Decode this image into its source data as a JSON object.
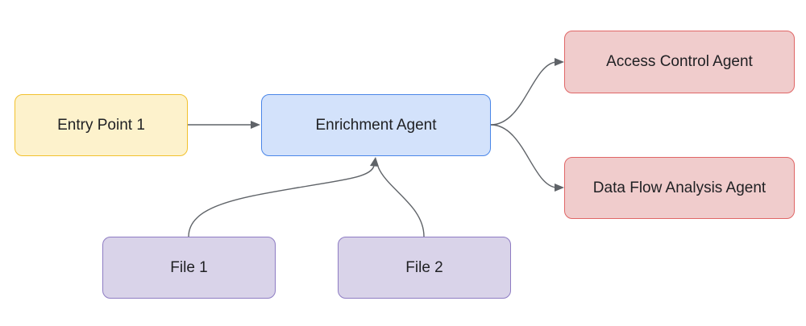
{
  "colors": {
    "entry_fill": "#fdf2cc",
    "entry_border": "#f2c12e",
    "agent_fill": "#d3e2fb",
    "agent_border": "#4a86e8",
    "file_fill": "#d9d3e9",
    "file_border": "#8e7cc3",
    "downstream_fill": "#f0cccc",
    "downstream_border": "#e06666",
    "connector": "#5f6368"
  },
  "nodes": {
    "entry_point": {
      "label": "Entry Point 1"
    },
    "enrichment_agent": {
      "label": "Enrichment Agent"
    },
    "access_control_agent": {
      "label": "Access Control Agent"
    },
    "data_flow_analysis_agent": {
      "label": "Data Flow Analysis Agent"
    },
    "file_1": {
      "label": "File 1"
    },
    "file_2": {
      "label": "File 2"
    }
  },
  "edges": [
    {
      "from": "Entry Point 1",
      "to": "Enrichment Agent"
    },
    {
      "from": "File 1",
      "to": "Enrichment Agent"
    },
    {
      "from": "File 2",
      "to": "Enrichment Agent"
    },
    {
      "from": "Enrichment Agent",
      "to": "Access Control Agent"
    },
    {
      "from": "Enrichment Agent",
      "to": "Data Flow Analysis Agent"
    }
  ]
}
